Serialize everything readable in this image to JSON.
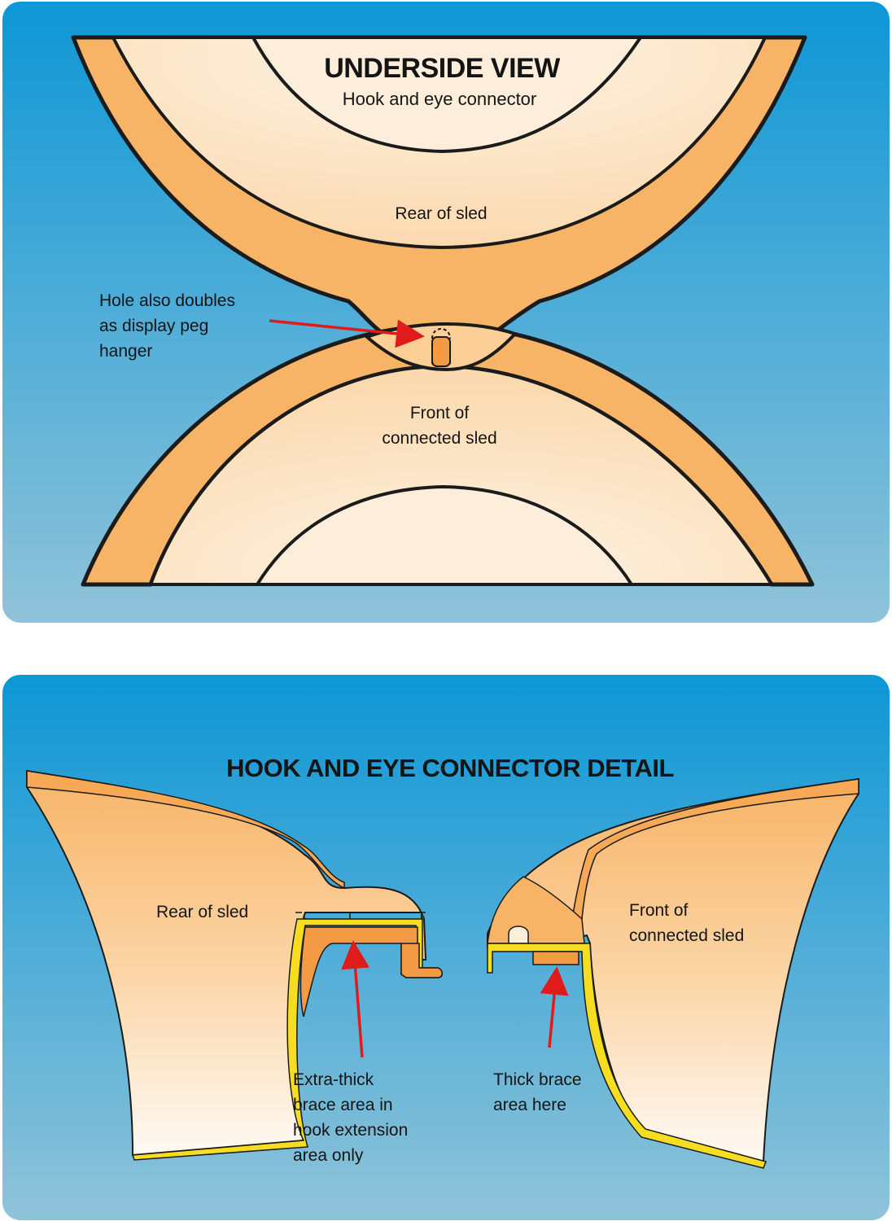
{
  "underside_view": {
    "title": "UNDERSIDE VIEW",
    "subtitle": "Hook and eye connector",
    "rear_label": "Rear of sled",
    "hole_label_lines": [
      "Hole also doubles",
      "as display peg",
      "hanger"
    ],
    "front_label_lines": [
      "Front of",
      "connected sled"
    ]
  },
  "connector_detail": {
    "title": "HOOK AND EYE CONNECTOR DETAIL",
    "rear_label": "Rear of sled",
    "front_label_lines": [
      "Front of",
      "connected sled"
    ],
    "extra_thick_lines": [
      "Extra-thick",
      "brace area in",
      "hook extension",
      "area only"
    ],
    "thick_brace_lines": [
      "Thick brace",
      "area here"
    ]
  },
  "colors": {
    "background_top": "#0e97d6",
    "background_bottom": "#8fc3d9",
    "sled_orange": "#f8b466",
    "sled_light": "#fdf0de",
    "brace_dark_orange": "#f49a45",
    "brace_yellow": "#f6dd22",
    "outline": "#1b1b1b",
    "arrow": "#e01b1b"
  }
}
